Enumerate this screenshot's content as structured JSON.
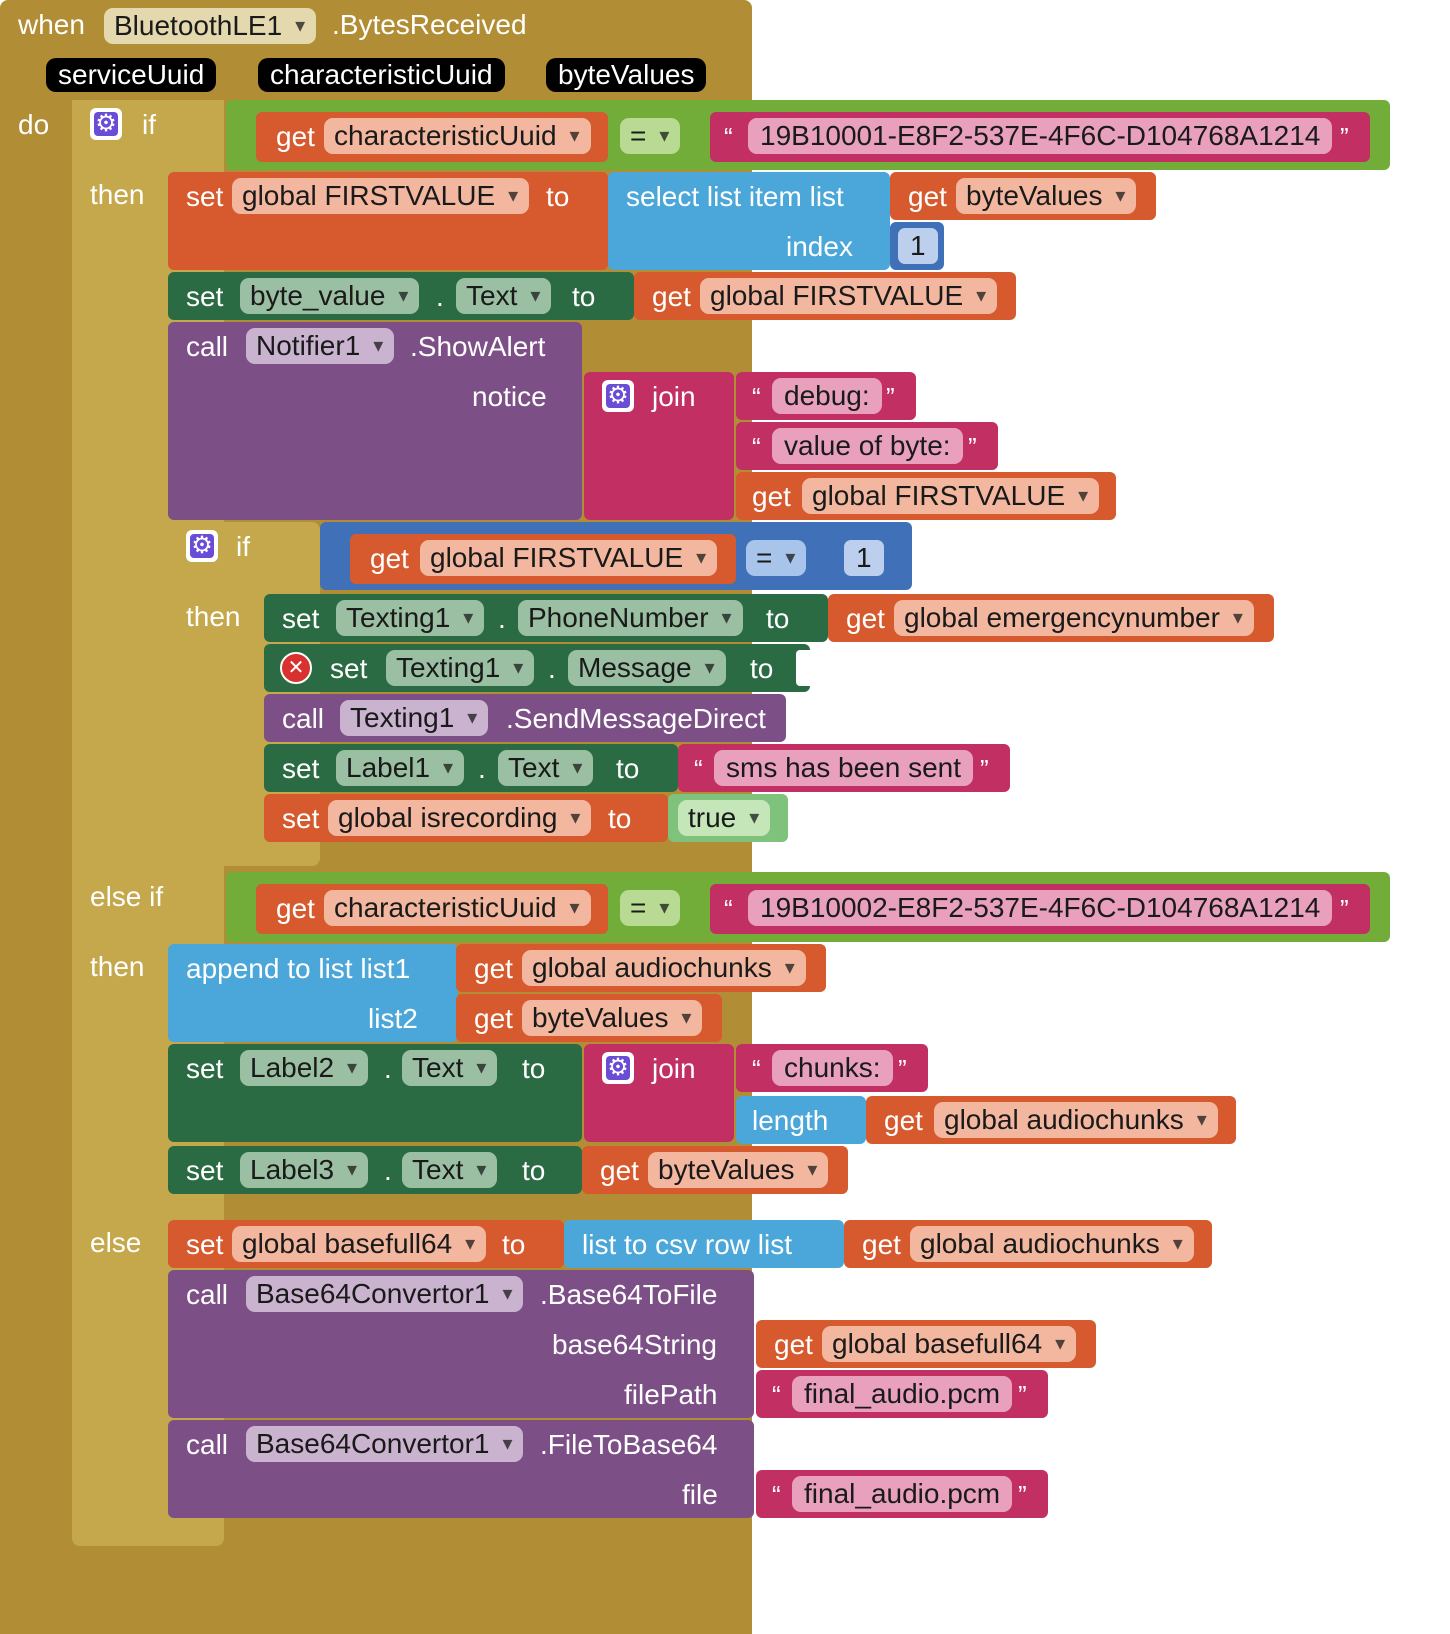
{
  "event": {
    "when_label": "when",
    "component": "BluetoothLE1",
    "event_name": ".BytesReceived",
    "params": [
      "serviceUuid",
      "characteristicUuid",
      "byteValues"
    ],
    "do_label": "do"
  },
  "outer_if": {
    "if_label": "if",
    "then_label": "then",
    "else_if_label": "else if",
    "else_label": "else",
    "cond1": {
      "get_label": "get",
      "var": "characteristicUuid",
      "op": "=",
      "string": "19B10001-E8F2-537E-4F6C-D104768A1214"
    },
    "cond2": {
      "get_label": "get",
      "var": "characteristicUuid",
      "op": "=",
      "string": "19B10002-E8F2-537E-4F6C-D104768A1214"
    }
  },
  "then1": {
    "set_first": {
      "set_label": "set",
      "var": "global FIRSTVALUE",
      "to_label": "to",
      "select_label": "select list item  list",
      "get_label": "get",
      "list_var": "byteValues",
      "index_label": "index",
      "index_value": "1"
    },
    "set_byte": {
      "set_label": "set",
      "component": "byte_value",
      "dot": ".",
      "prop": "Text",
      "to_label": "to",
      "get_label": "get",
      "var": "global FIRSTVALUE"
    },
    "alert": {
      "call_label": "call",
      "component": "Notifier1",
      "method": ".ShowAlert",
      "notice_label": "notice",
      "join_label": "join",
      "str1": "debug:",
      "str2": "value of byte:",
      "get_label": "get",
      "var": "global FIRSTVALUE"
    },
    "inner_if": {
      "if_label": "if",
      "then_label": "then",
      "cond": {
        "get_label": "get",
        "var": "global FIRSTVALUE",
        "op": "=",
        "value": "1"
      },
      "set_phone": {
        "set_label": "set",
        "component": "Texting1",
        "dot": ".",
        "prop": "PhoneNumber",
        "to_label": "to",
        "get_label": "get",
        "var": "global emergencynumber"
      },
      "set_msg": {
        "set_label": "set",
        "component": "Texting1",
        "dot": ".",
        "prop": "Message",
        "to_label": "to"
      },
      "send": {
        "call_label": "call",
        "component": "Texting1",
        "method": ".SendMessageDirect"
      },
      "set_label1": {
        "set_label": "set",
        "component": "Label1",
        "dot": ".",
        "prop": "Text",
        "to_label": "to",
        "string": "sms has been sent"
      },
      "set_rec": {
        "set_label": "set",
        "var": "global isrecording",
        "to_label": "to",
        "value": "true"
      }
    }
  },
  "then2": {
    "append": {
      "label": "append to list  list1",
      "list2_label": "list2",
      "get_label": "get",
      "var1": "global audiochunks",
      "var2": "byteValues"
    },
    "set_label2": {
      "set_label": "set",
      "component": "Label2",
      "dot": ".",
      "prop": "Text",
      "to_label": "to",
      "join_label": "join",
      "str": "chunks:",
      "length_label": "length",
      "get_label": "get",
      "var": "global audiochunks"
    },
    "set_label3": {
      "set_label": "set",
      "component": "Label3",
      "dot": ".",
      "prop": "Text",
      "to_label": "to",
      "get_label": "get",
      "var": "byteValues"
    }
  },
  "else": {
    "set_base": {
      "set_label": "set",
      "var": "global basefull64",
      "to_label": "to",
      "csv_label": "list to csv row  list",
      "get_label": "get",
      "list_var": "global audiochunks"
    },
    "to_file": {
      "call_label": "call",
      "component": "Base64Convertor1",
      "method": ".Base64ToFile",
      "arg1_label": "base64String",
      "arg2_label": "filePath",
      "get_label": "get",
      "var": "global basefull64",
      "path": "final_audio.pcm"
    },
    "to_b64": {
      "call_label": "call",
      "component": "Base64Convertor1",
      "method": ".FileToBase64",
      "arg_label": "file",
      "path": "final_audio.pcm"
    }
  },
  "colors": {
    "event": "#b18e35",
    "control": "#c5a84b",
    "variable": "#d65a2d",
    "list": "#4ba7d9",
    "component_setter": "#2b6b44",
    "component_method": "#7c5086",
    "text": "#c22f63",
    "math": "#3f70b8",
    "logic_compare": "#72ad3a",
    "logic_value": "#7ec27b"
  }
}
